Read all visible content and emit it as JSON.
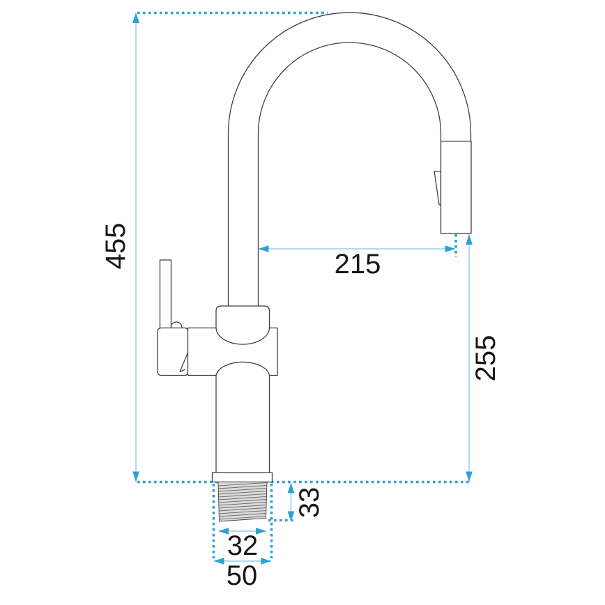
{
  "drawing": {
    "type": "technical-dimension-drawing",
    "subject": "pull-out kitchen faucet, side view",
    "dimensions": {
      "overall_height": "455",
      "spout_reach": "215",
      "outlet_height": "255",
      "shank_length": "33",
      "shank_width": "32",
      "base_width": "50"
    }
  },
  "colors": {
    "dim_accent": "#2FA0D4",
    "dim_stem": "#A6D4EA",
    "outline": "#3F3F3F",
    "thread_fill": "#DBDBDB",
    "hatch": "#6E6E6E",
    "label": "#161616",
    "background": "#FFFFFF"
  }
}
